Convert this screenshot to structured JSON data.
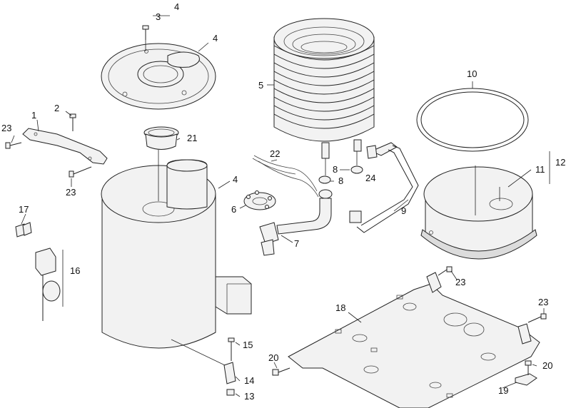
{
  "diagram": {
    "callouts": [
      {
        "id": "c1",
        "label": "1"
      },
      {
        "id": "c2",
        "label": "2"
      },
      {
        "id": "c3",
        "label": "3"
      },
      {
        "id": "c4a",
        "label": "4"
      },
      {
        "id": "c4b",
        "label": "4"
      },
      {
        "id": "c4c",
        "label": "4"
      },
      {
        "id": "c5",
        "label": "5"
      },
      {
        "id": "c6",
        "label": "6"
      },
      {
        "id": "c7",
        "label": "7"
      },
      {
        "id": "c8a",
        "label": "8"
      },
      {
        "id": "c8b",
        "label": "8"
      },
      {
        "id": "c9",
        "label": "9"
      },
      {
        "id": "c10",
        "label": "10"
      },
      {
        "id": "c11",
        "label": "11"
      },
      {
        "id": "c12",
        "label": "12"
      },
      {
        "id": "c13",
        "label": "13"
      },
      {
        "id": "c14",
        "label": "14"
      },
      {
        "id": "c15",
        "label": "15"
      },
      {
        "id": "c16",
        "label": "16"
      },
      {
        "id": "c17",
        "label": "17"
      },
      {
        "id": "c18",
        "label": "18"
      },
      {
        "id": "c19",
        "label": "19"
      },
      {
        "id": "c20a",
        "label": "20"
      },
      {
        "id": "c20b",
        "label": "20"
      },
      {
        "id": "c21",
        "label": "21"
      },
      {
        "id": "c22",
        "label": "22"
      },
      {
        "id": "c23a",
        "label": "23"
      },
      {
        "id": "c23b",
        "label": "23"
      },
      {
        "id": "c23c",
        "label": "23"
      },
      {
        "id": "c23d",
        "label": "23"
      },
      {
        "id": "c24",
        "label": "24"
      }
    ]
  }
}
